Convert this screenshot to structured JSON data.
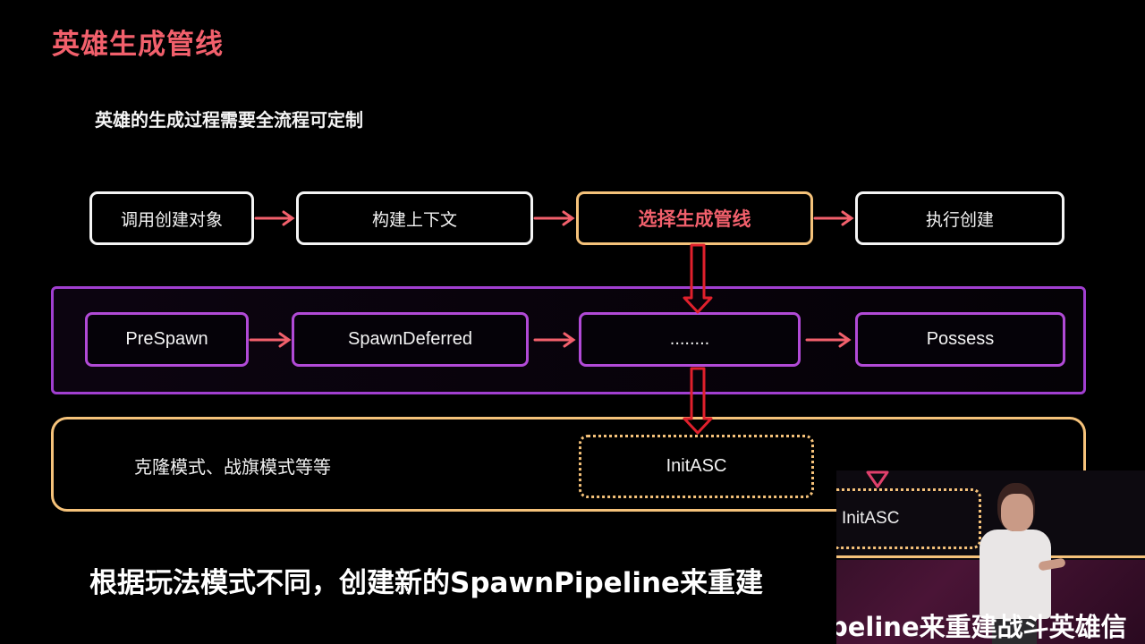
{
  "slide": {
    "title": "英雄生成管线",
    "subtitle": "英雄的生成过程需要全流程可定制",
    "steps": [
      {
        "label": "调用创建对象"
      },
      {
        "label": "构建上下文"
      },
      {
        "label": "选择生成管线"
      },
      {
        "label": "执行创建"
      }
    ],
    "phases": [
      {
        "label": "PreSpawn"
      },
      {
        "label": "SpawnDeferred"
      },
      {
        "label": "........"
      },
      {
        "label": "Possess"
      }
    ],
    "mode_text": "克隆模式、战旗模式等等",
    "init_label": "InitASC",
    "bottom_text": "根据玩法模式不同，创建新的SpawnPipeline来重建"
  },
  "colors": {
    "title": "#f2606c",
    "arrow": "#f2606c",
    "down_arrow": "#e0202c",
    "highlight_border": "#f5c27a",
    "panel_border": "#a13fd0",
    "phase_border": "#b14ad6"
  },
  "video": {
    "init_label": "InitASC",
    "caption": "peline来重建战斗英雄信"
  }
}
